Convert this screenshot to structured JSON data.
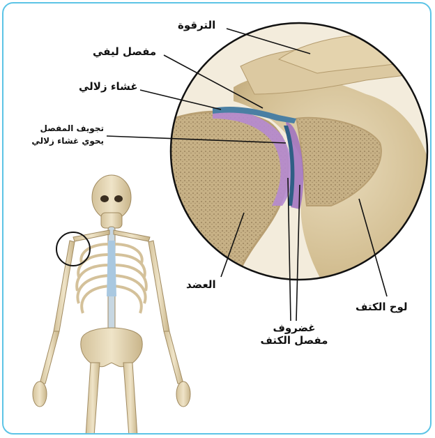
{
  "labels": {
    "clavicle": "الترقوة",
    "fibrous_joint": "مفصل ليفي",
    "synovial_membrane": "غشاء زلالي",
    "joint_cavity_line1": "تجويف المفصل",
    "joint_cavity_line2": "يحوي غشاء زلالي",
    "humerus": "العضد",
    "cartilage_line1": "غضروف",
    "cartilage_line2": "مفصل الكتف",
    "scapula": "لوح الكتف"
  },
  "colors": {
    "frame_border": "#5cc4e6",
    "bone": "#d9c7a0",
    "bone_dark": "#b99e6c",
    "cartilage": "#b58ad0",
    "synovial": "#4a7fa3",
    "rib_cartilage": "#a9c8e0"
  }
}
